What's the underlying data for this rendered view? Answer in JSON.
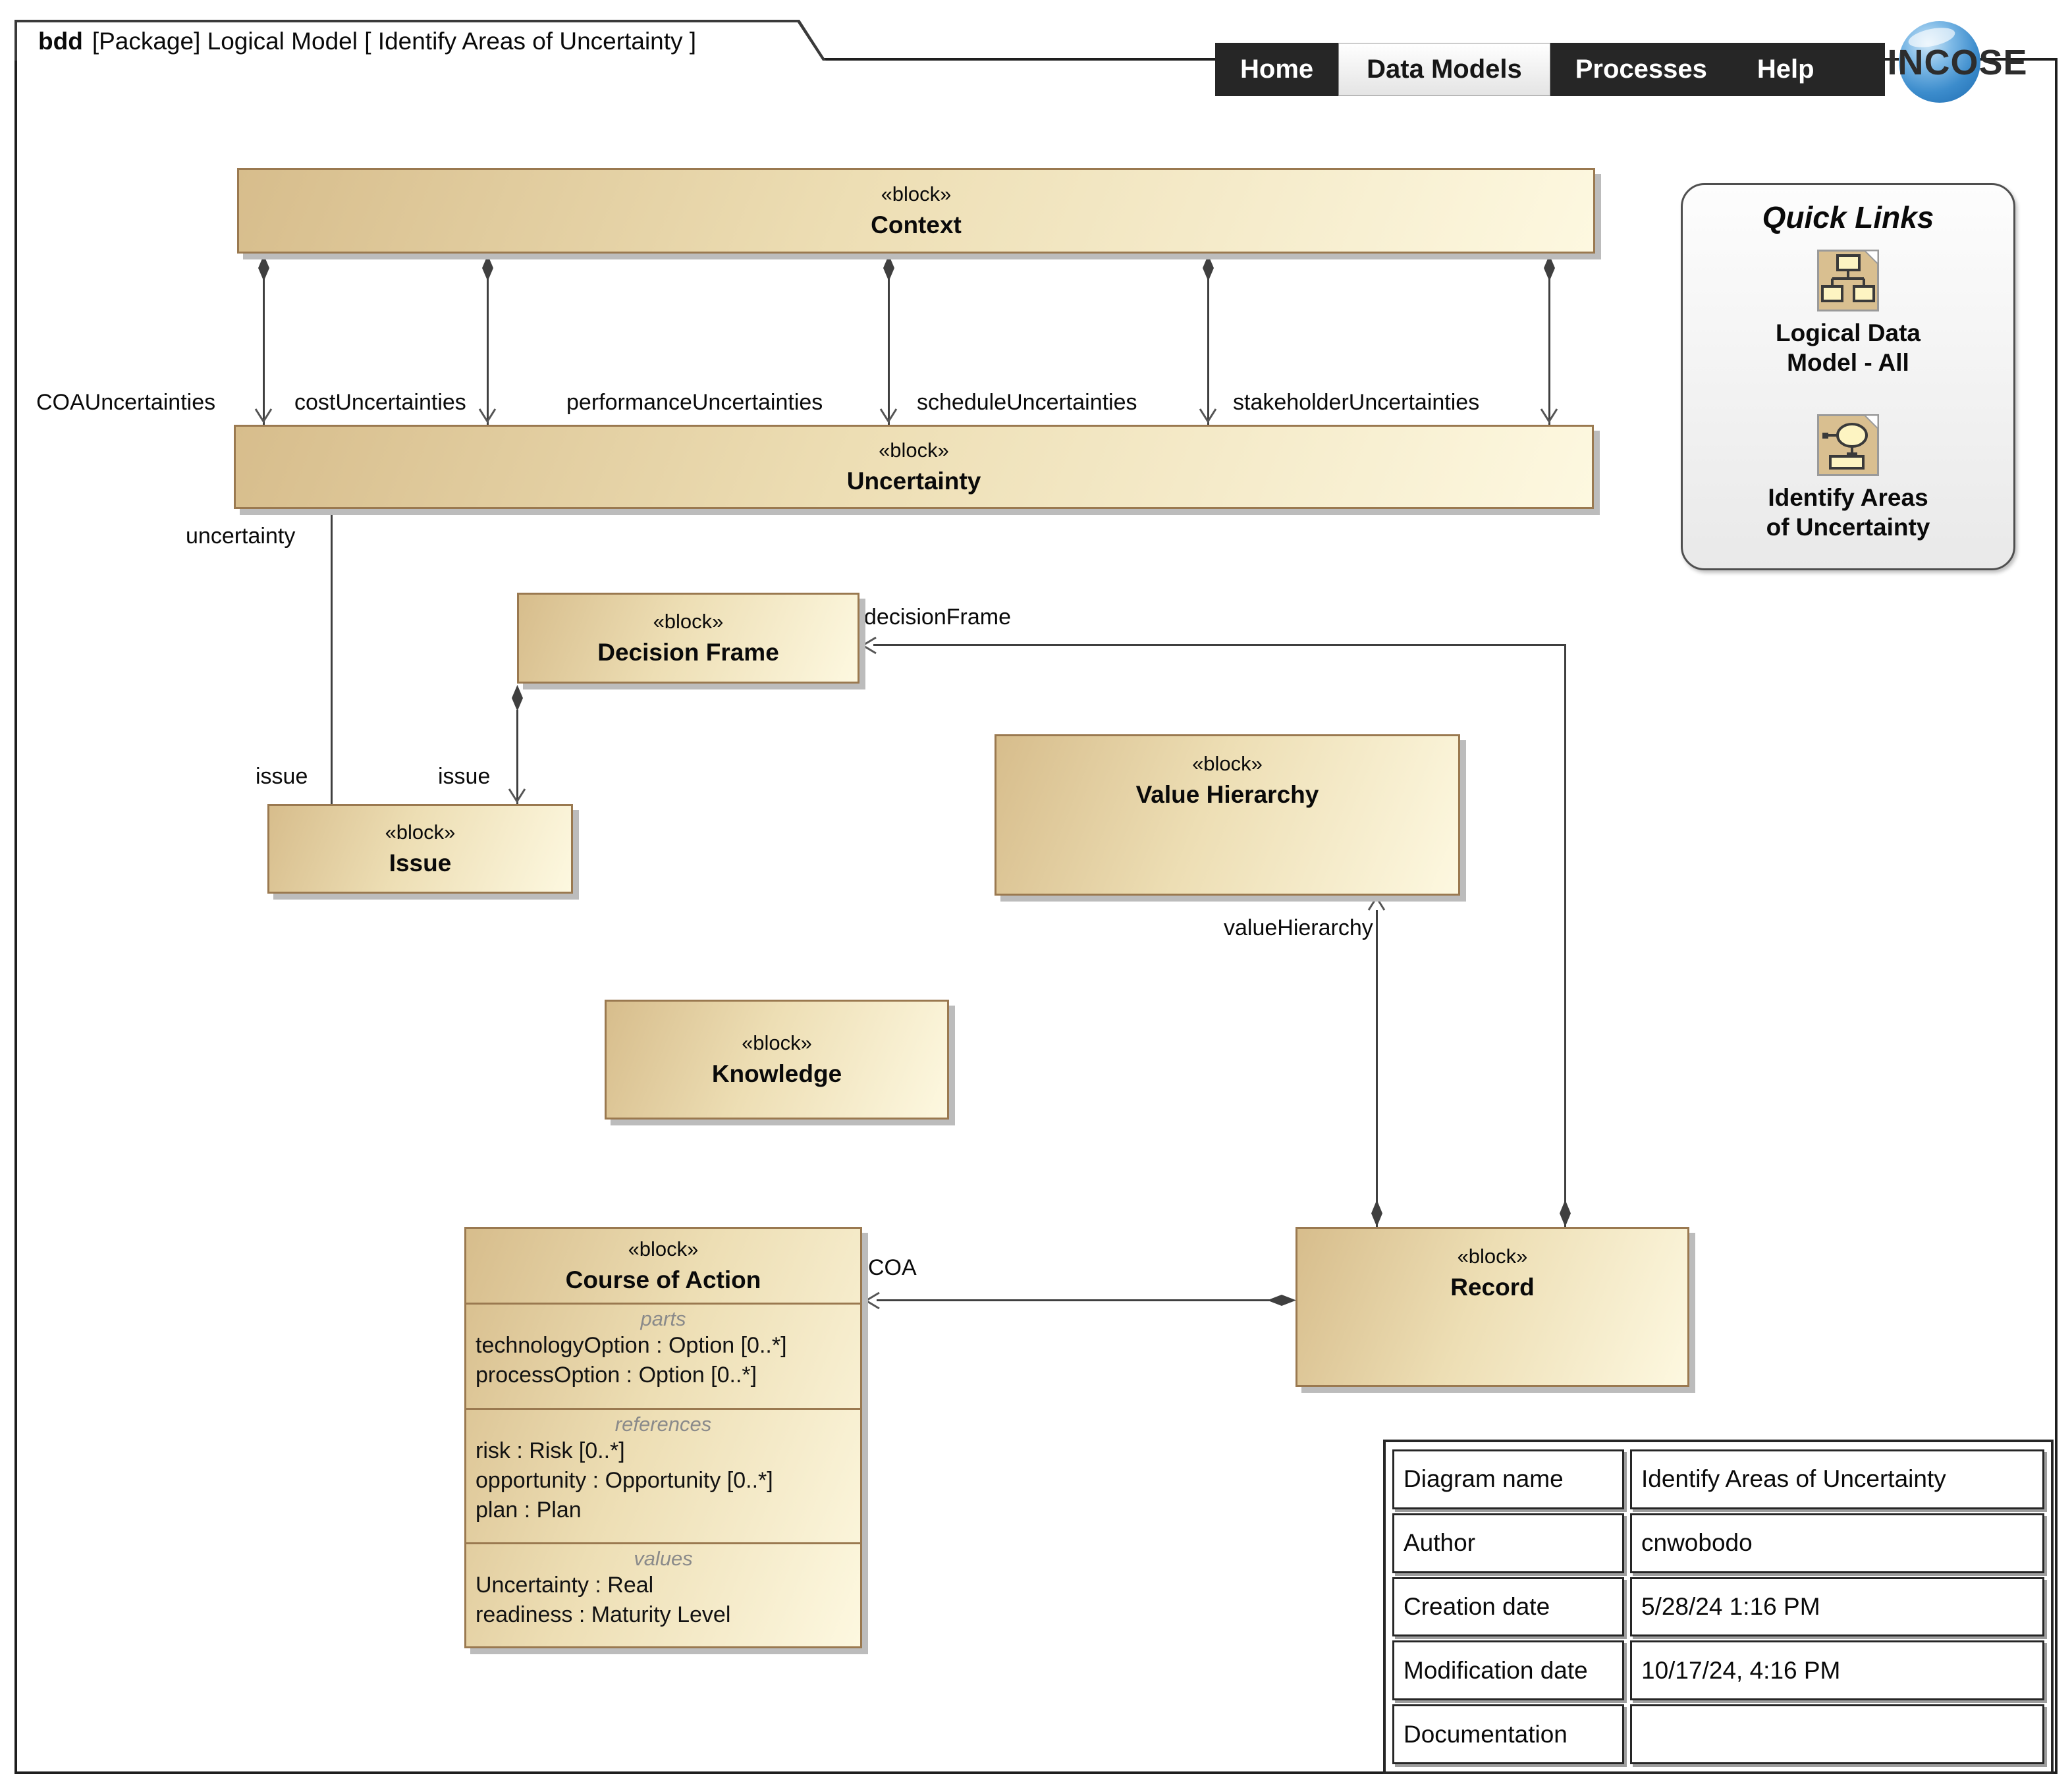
{
  "diagram_tab": {
    "kind": "bdd",
    "title": "[Package] Logical Model [ Identify Areas of Uncertainty ]"
  },
  "nav": {
    "items": [
      {
        "label": "Home",
        "active": false
      },
      {
        "label": "Data Models",
        "active": true
      },
      {
        "label": "Processes",
        "active": false
      },
      {
        "label": "Help",
        "active": false
      }
    ]
  },
  "logo": {
    "text": "INCOSE"
  },
  "quick_links": {
    "title": "Quick Links",
    "links": [
      {
        "icon": "logical-data-model-icon",
        "label_line1": "Logical Data",
        "label_line2": "Model - All"
      },
      {
        "icon": "identify-areas-icon",
        "label_line1": "Identify Areas",
        "label_line2": "of Uncertainty"
      }
    ]
  },
  "blocks": {
    "stereotype": "«block»",
    "context": {
      "name": "Context"
    },
    "uncertainty": {
      "name": "Uncertainty"
    },
    "decision_frame": {
      "name": "Decision Frame"
    },
    "value_hierarchy": {
      "name": "Value Hierarchy"
    },
    "issue": {
      "name": "Issue"
    },
    "knowledge": {
      "name": "Knowledge"
    },
    "record": {
      "name": "Record"
    },
    "course_of_action": {
      "name": "Course of Action",
      "compartments": [
        {
          "label": "parts",
          "items": [
            "technologyOption : Option [0..*]",
            "processOption : Option [0..*]"
          ]
        },
        {
          "label": "references",
          "items": [
            "risk : Risk [0..*]",
            "opportunity : Opportunity [0..*]",
            "plan : Plan"
          ]
        },
        {
          "label": "values",
          "items": [
            "Uncertainty : Real",
            "readiness : Maturity Level"
          ]
        }
      ]
    }
  },
  "connector_labels": {
    "coa_uncertainties": "COAUncertainties",
    "cost_uncertainties": "costUncertainties",
    "performance_uncertainties": "performanceUncertainties",
    "schedule_uncertainties": "scheduleUncertainties",
    "stakeholder_uncertainties": "stakeholderUncertainties",
    "uncertainty": "uncertainty",
    "issue_left": "issue",
    "issue_right": "issue",
    "decision_frame": "decisionFrame",
    "value_hierarchy": "valueHierarchy",
    "coa": "COA"
  },
  "info_table": {
    "rows": [
      {
        "label": "Diagram name",
        "value": "Identify Areas of Uncertainty"
      },
      {
        "label": "Author",
        "value": "cnwobodo"
      },
      {
        "label": "Creation date",
        "value": "5/28/24 1:16 PM"
      },
      {
        "label": "Modification date",
        "value": "10/17/24, 4:16 PM"
      },
      {
        "label": "Documentation",
        "value": ""
      }
    ]
  },
  "colors": {
    "block_fill_dark": "#d7bd8c",
    "block_fill_light": "#fdf8e0",
    "block_border": "#9a7950",
    "connector": "#3f3f3f",
    "nav_bg": "#262626",
    "nav_active_bg": "#ffffff",
    "logo_blue": "#3c8ccc",
    "icon_tan": "#d9bf90",
    "icon_pale_yellow": "#fdf4c2"
  }
}
